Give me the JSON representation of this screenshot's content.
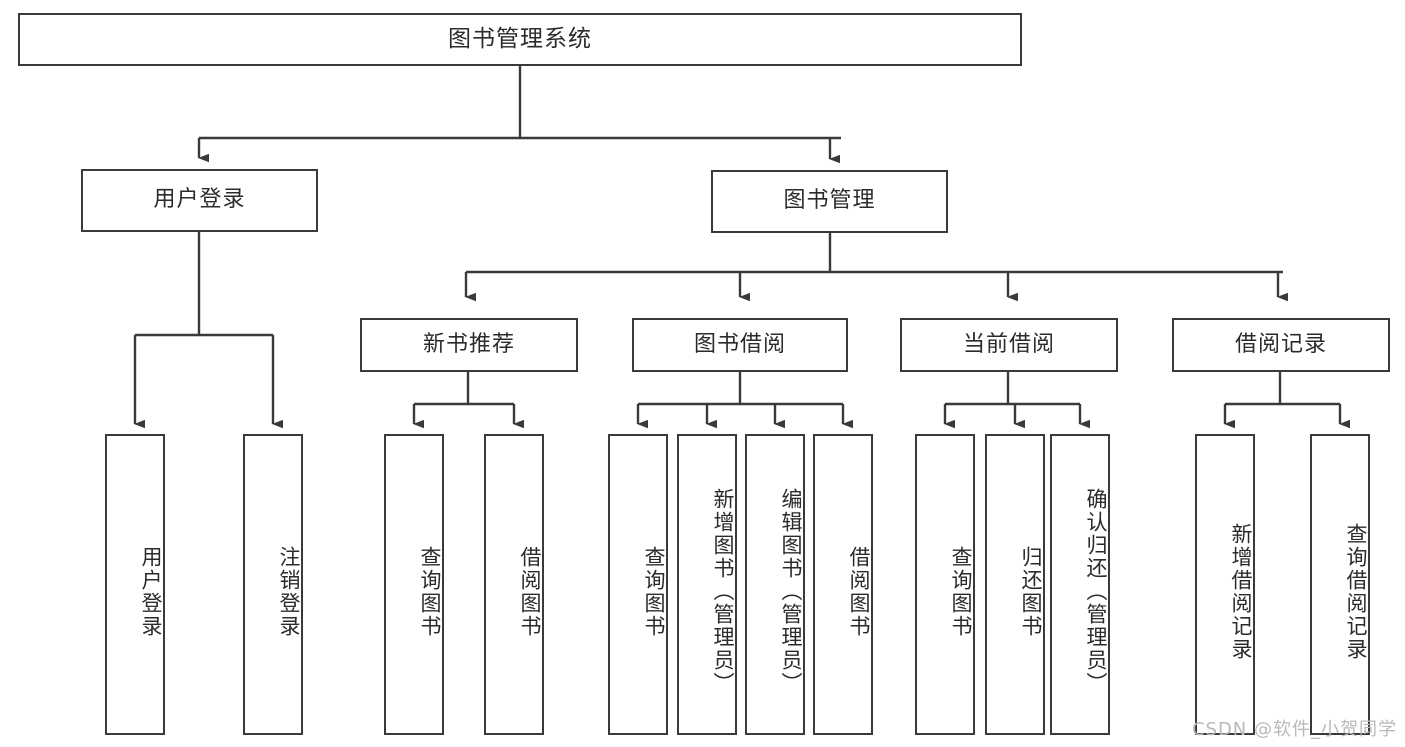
{
  "diagram": {
    "title": "图书管理系统",
    "type": "tree-structure-chart",
    "stroke_color": "#3a3a3a",
    "text_color": "#2b2b2b",
    "background_color": "#ffffff",
    "root": {
      "label": "图书管理系统"
    },
    "level2": [
      {
        "label": "用户登录"
      },
      {
        "label": "图书管理"
      }
    ],
    "level3": [
      {
        "label": "新书推荐"
      },
      {
        "label": "图书借阅"
      },
      {
        "label": "当前借阅"
      },
      {
        "label": "借阅记录"
      }
    ],
    "leaves": {
      "user_login": [
        {
          "label": "用户登录"
        },
        {
          "label": "注销登录"
        }
      ],
      "new_book_recommend": [
        {
          "label": "查询图书"
        },
        {
          "label": "借阅图书"
        }
      ],
      "book_borrow": [
        {
          "label": "查询图书"
        },
        {
          "label": "新增图书（管理员）"
        },
        {
          "label": "编辑图书（管理员）"
        },
        {
          "label": "借阅图书"
        }
      ],
      "current_borrow": [
        {
          "label": "查询图书"
        },
        {
          "label": "归还图书"
        },
        {
          "label": "确认归还（管理员）"
        }
      ],
      "borrow_record": [
        {
          "label": "新增借阅记录"
        },
        {
          "label": "查询借阅记录"
        }
      ]
    }
  },
  "watermark": {
    "text": "CSDN @软件_小贺同学"
  }
}
